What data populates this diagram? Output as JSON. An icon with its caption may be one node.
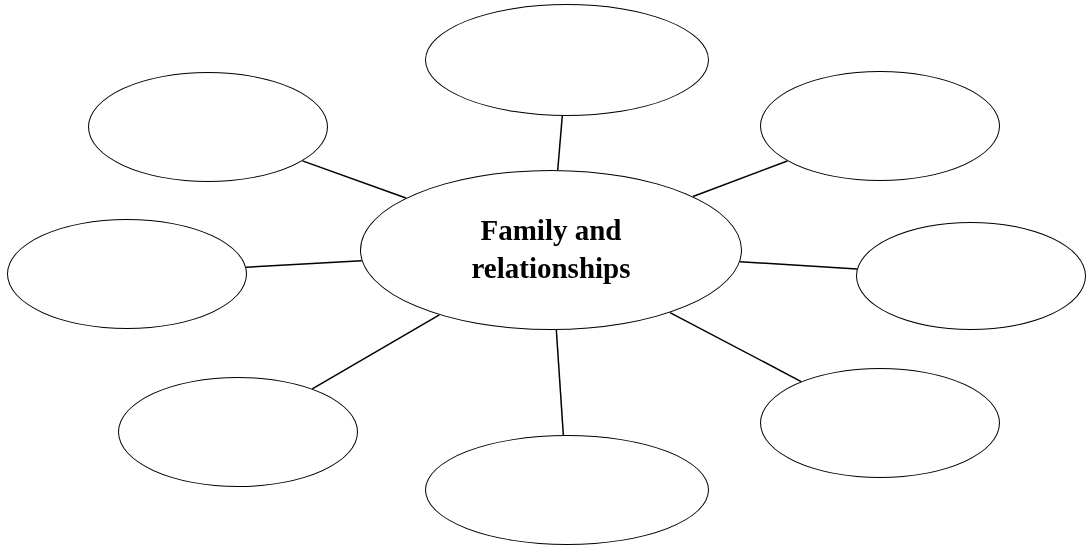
{
  "diagram": {
    "nodes": [
      {
        "text": [],
        "shape": "ellipse"
      },
      {
        "text": [],
        "shape": "ellipse"
      },
      {
        "text": [],
        "shape": "ellipse"
      },
      {
        "text": [
          "Family and relationships"
        ]
      },
      {
        "text": [],
        "shape": "ellipse"
      },
      {
        "text": [],
        "shape": "ellipse"
      },
      {
        "text": [],
        "shape": "ellipse"
      },
      {
        "text": [],
        "shape": "ellipse"
      },
      {
        "text": [],
        "shape": "ellipse"
      }
    ],
    "edges": [
      {
        "from": 3,
        "to": 0,
        "arrow": "none"
      },
      {
        "from": 3,
        "to": 1,
        "arrow": "none"
      },
      {
        "from": 3,
        "to": 2,
        "arrow": "none"
      },
      {
        "from": 3,
        "to": 4,
        "arrow": "none"
      },
      {
        "from": 3,
        "to": 5,
        "arrow": "none"
      },
      {
        "from": 3,
        "to": 6,
        "arrow": "none"
      },
      {
        "from": 3,
        "to": 7,
        "arrow": "none"
      },
      {
        "from": 3,
        "to": 8,
        "arrow": "none"
      }
    ]
  }
}
